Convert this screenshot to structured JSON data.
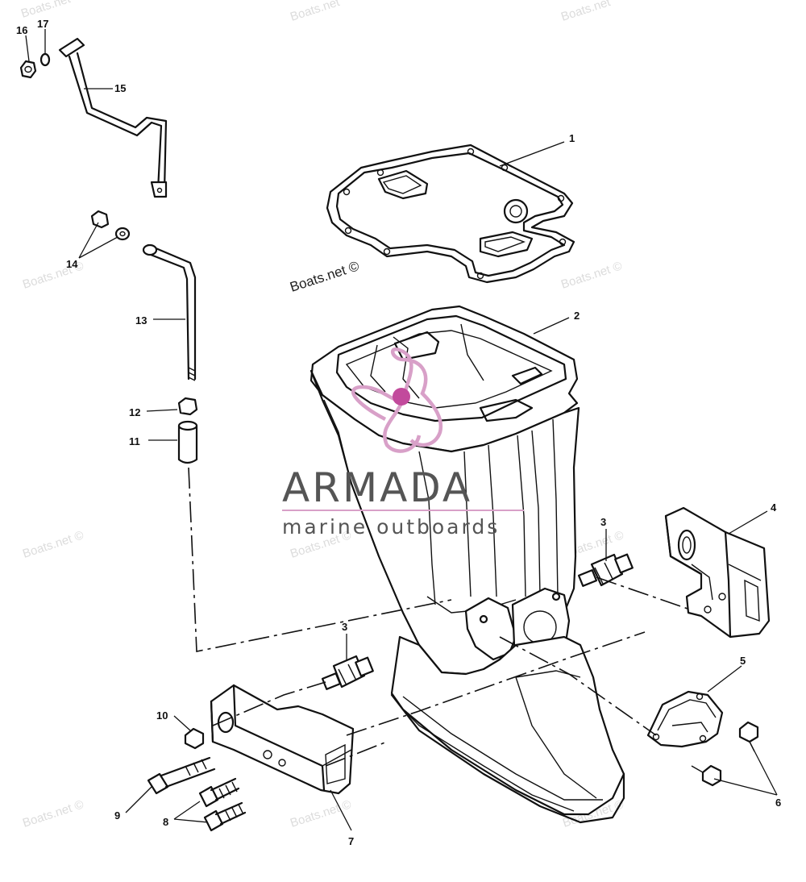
{
  "callouts": {
    "c1": "1",
    "c2": "2",
    "c3a": "3",
    "c3b": "3",
    "c4": "4",
    "c5": "5",
    "c6": "6",
    "c7": "7",
    "c8": "8",
    "c9": "9",
    "c10": "10",
    "c11": "11",
    "c12": "12",
    "c13": "13",
    "c14": "14",
    "c15": "15",
    "c16": "16",
    "c17": "17"
  },
  "watermarks": {
    "site": "Boats.net ©",
    "site_plain": "Boats.net"
  },
  "brand": {
    "name": "ARMADA",
    "tagline": "marine outboards"
  },
  "colors": {
    "line": "#111111",
    "logo_pink": "#d8a0c8",
    "logo_dot": "#c24a9c",
    "watermark": "#dcdcdc"
  }
}
